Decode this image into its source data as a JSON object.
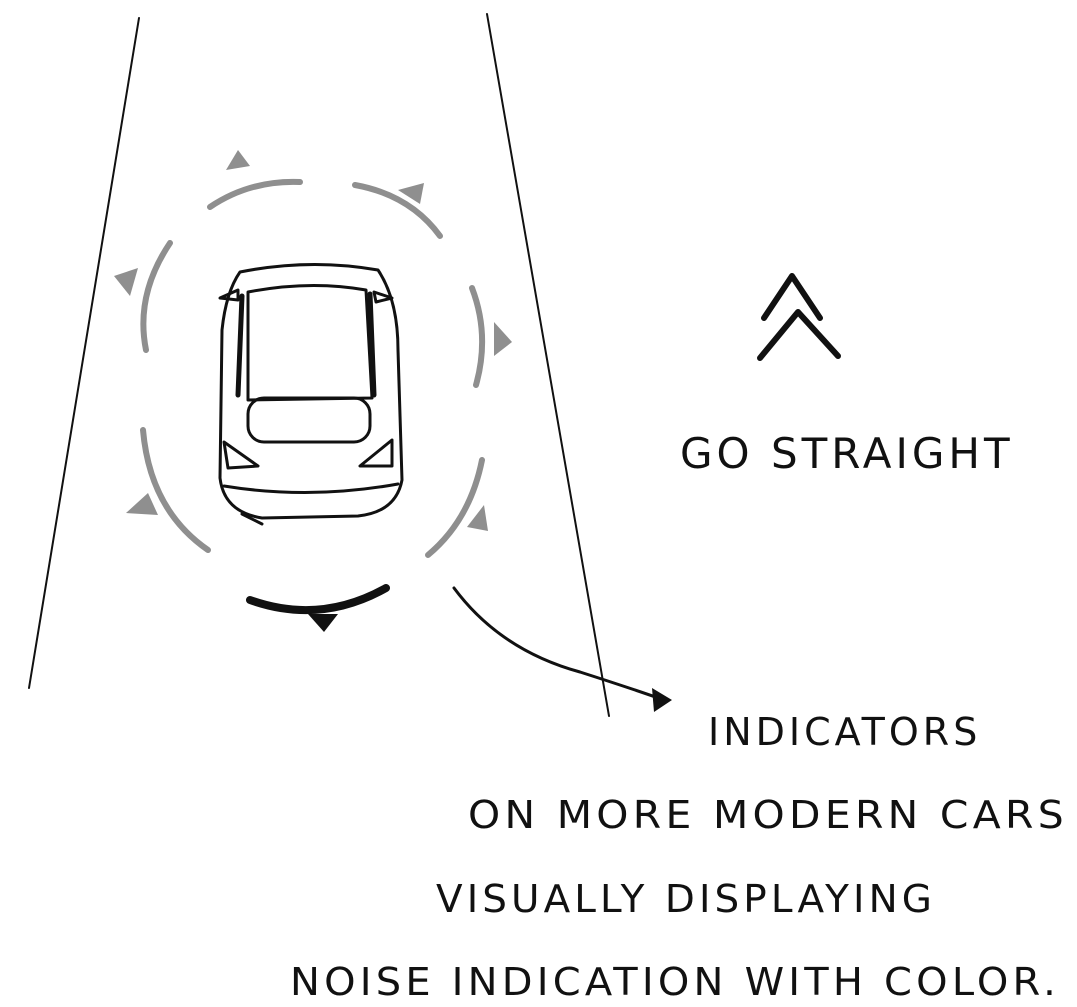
{
  "diagram": {
    "direction_label": "GO STRAIGHT",
    "annotation": {
      "line1": "INDICATORS",
      "line2": "ON MORE MODERN CARS",
      "line3": "VISUALLY DISPLAYING",
      "line4": "NOISE INDICATION WITH COLOR."
    }
  },
  "colors": {
    "ink": "#111111",
    "indicator": "#8f8f8f",
    "background": "#ffffff"
  },
  "icons": {
    "direction": "double-chevron-up-icon",
    "vehicle": "car-top-view-icon",
    "noise_rings": "sound-indicator-ring-icon",
    "rear_indicator": "rear-alert-arc-icon",
    "pointer": "curved-arrow-icon"
  }
}
